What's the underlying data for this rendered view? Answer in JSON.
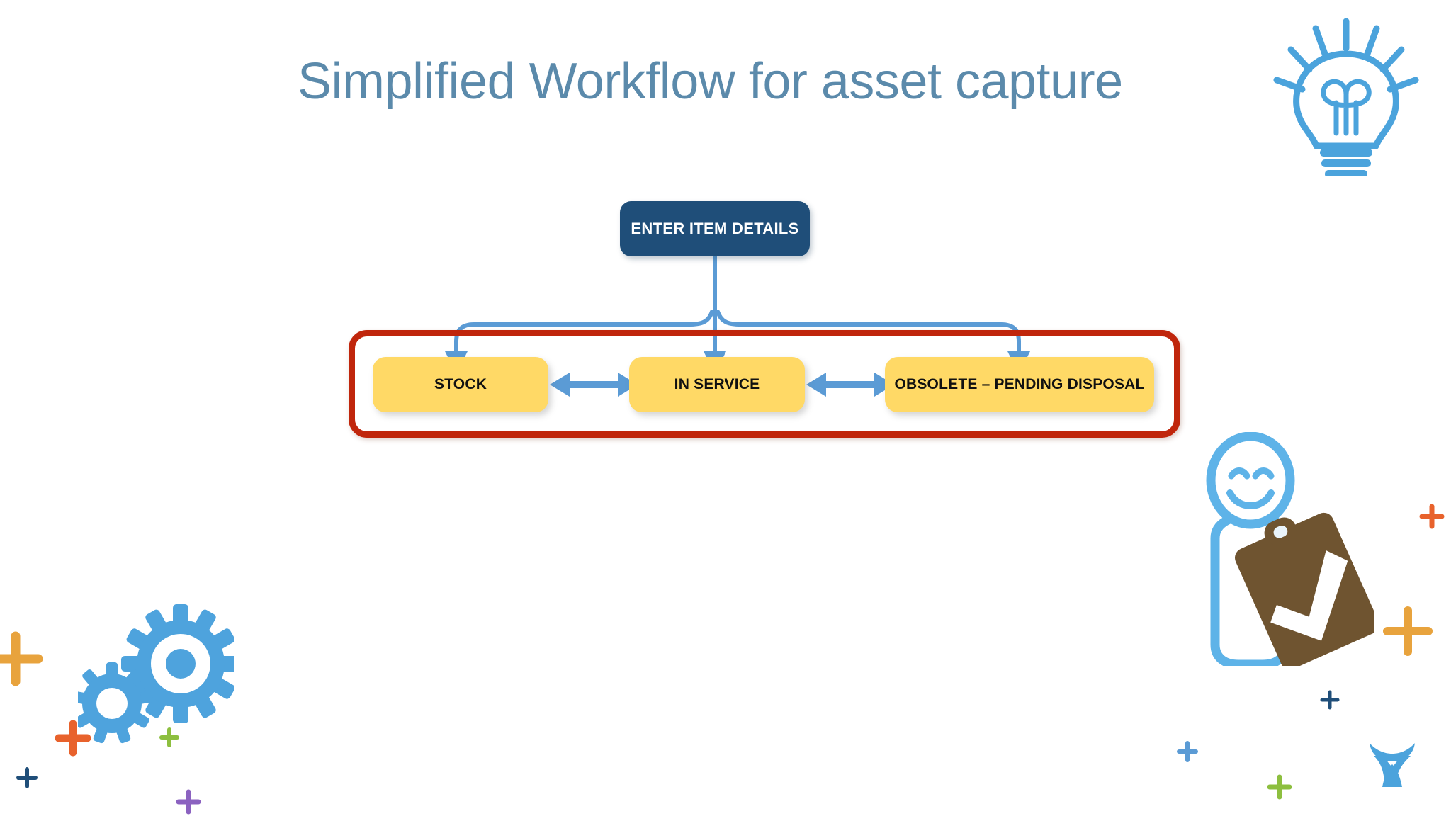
{
  "slide": {
    "title": "Simplified Workflow for asset capture",
    "background_color": "#ffffff",
    "title_color": "#5b8aab"
  },
  "diagram": {
    "type": "flowchart",
    "start_node": {
      "label": "ENTER ITEM DETAILS",
      "fill_color": "#1f4e79",
      "text_color": "#ffffff"
    },
    "state_nodes": [
      {
        "label": "STOCK",
        "fill_color": "#ffd966",
        "text_color": "#111111"
      },
      {
        "label": "IN SERVICE",
        "fill_color": "#ffd966",
        "text_color": "#111111"
      },
      {
        "label": "OBSOLETE – PENDING DISPOSAL",
        "fill_color": "#ffd966",
        "text_color": "#111111"
      }
    ],
    "connectors": {
      "branch_color": "#5b9bd5",
      "bidirectional_color": "#5b9bd5",
      "branch_count": 3,
      "bidirectional_count": 2
    },
    "group_outline": {
      "color": "#c0260c",
      "stroke_width": 9,
      "encloses": [
        "STOCK",
        "IN SERVICE",
        "OBSOLETE – PENDING DISPOSAL"
      ]
    }
  },
  "decorations": {
    "lightbulb_icon": {
      "color": "#4ba3dc",
      "rays": 7
    },
    "person_icon": {
      "color": "#5eb3e8"
    },
    "clipboard_icon": {
      "color": "#6f5430",
      "check_color": "#ffffff"
    },
    "gears_icon": {
      "color": "#4ea3dd",
      "large_teeth": 12,
      "small_teeth": 9
    },
    "logo_mark": {
      "color": "#4ba3dc"
    },
    "plus_marks": [
      {
        "color": "#e8a33d",
        "size": "large"
      },
      {
        "color": "#e8622c",
        "size": "medium"
      },
      {
        "color": "#8dbf3f",
        "size": "small"
      },
      {
        "color": "#1f4e79",
        "size": "small"
      },
      {
        "color": "#8b62c0",
        "size": "small"
      },
      {
        "color": "#e8a33d",
        "size": "large"
      },
      {
        "color": "#e8622c",
        "size": "small"
      },
      {
        "color": "#1f4e79",
        "size": "small"
      },
      {
        "color": "#8dbf3f",
        "size": "small"
      },
      {
        "color": "#5b9bd5",
        "size": "small"
      }
    ]
  }
}
